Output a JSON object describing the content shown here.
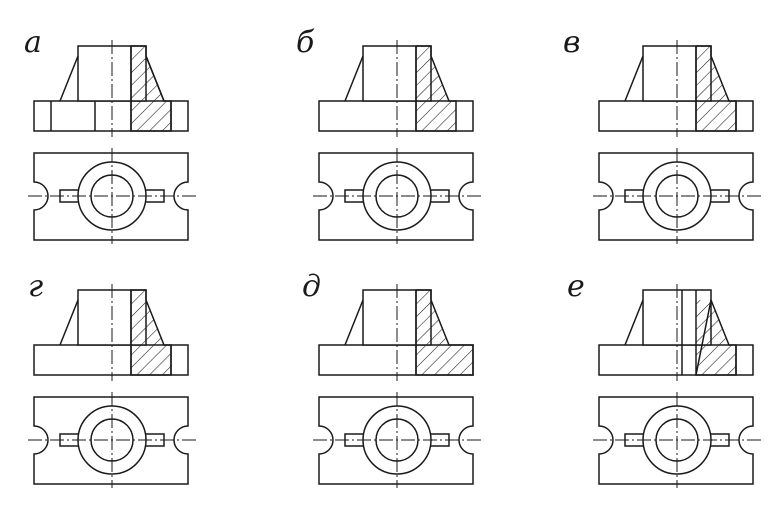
{
  "panels": [
    {
      "label": "а",
      "variant": "full-right"
    },
    {
      "label": "б",
      "variant": "boss-only"
    },
    {
      "label": "в",
      "variant": "boss-base"
    },
    {
      "label": "г",
      "variant": "outer-right"
    },
    {
      "label": "д",
      "variant": "rib-only"
    },
    {
      "label": "е",
      "variant": "split"
    }
  ],
  "colors": {
    "ink": "#1a1a1a",
    "paper": "#ffffff"
  }
}
